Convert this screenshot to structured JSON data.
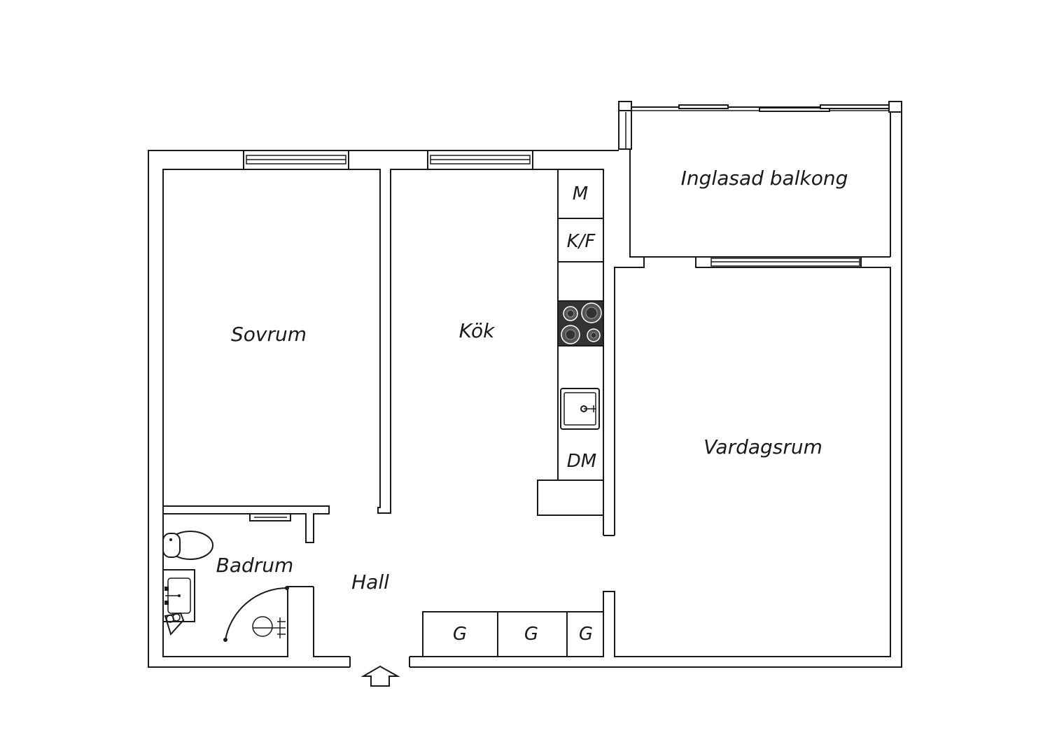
{
  "rooms": {
    "sovrum": "Sovrum",
    "kok": "Kök",
    "inglasad_balkong": "Inglasad balkong",
    "vardagsrum": "Vardagsrum",
    "badrum": "Badrum",
    "hall": "Hall"
  },
  "kitchen_units": {
    "microwave": "M",
    "fridge_freezer": "K/F",
    "dishwasher": "DM"
  },
  "wardrobes": [
    "G",
    "G",
    "G"
  ],
  "colors": {
    "line": "#1a1a1a",
    "stove": "#333333",
    "background": "#ffffff"
  }
}
